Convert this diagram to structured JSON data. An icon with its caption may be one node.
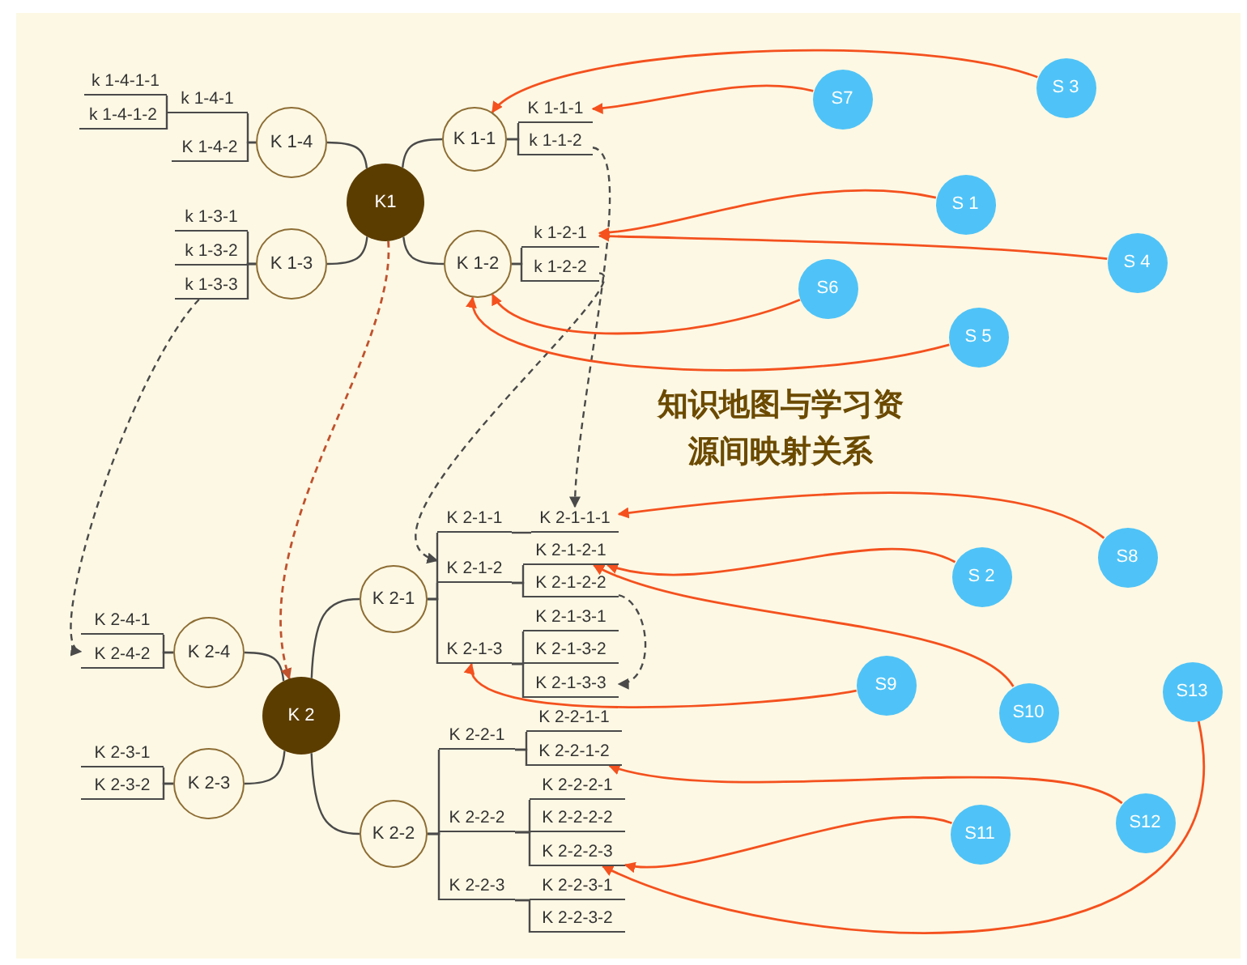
{
  "diagram": {
    "title": "知识地图与学习资源间映射关系",
    "nodes": [
      {
        "text": [
          "K1"
        ]
      },
      {
        "text": [
          "K 1-4"
        ]
      },
      {
        "text": [
          "k 1-4-1"
        ]
      },
      {
        "text": [
          "k 1-4-1-1"
        ]
      },
      {
        "text": [
          "k 1-4-1-2"
        ]
      },
      {
        "text": [
          "K 1-4-2"
        ]
      },
      {
        "text": [
          "K 1-3"
        ]
      },
      {
        "text": [
          "k 1-3-1"
        ]
      },
      {
        "text": [
          "k 1-3-2"
        ]
      },
      {
        "text": [
          "k 1-3-3"
        ]
      },
      {
        "text": [
          "K 1-1"
        ]
      },
      {
        "text": [
          "K 1-1-1"
        ]
      },
      {
        "text": [
          "k 1-1-2"
        ]
      },
      {
        "text": [
          "K 1-2"
        ]
      },
      {
        "text": [
          "k 1-2-1"
        ]
      },
      {
        "text": [
          "k 1-2-2"
        ]
      },
      {
        "text": [
          "K 2"
        ]
      },
      {
        "text": [
          "K 2-4"
        ]
      },
      {
        "text": [
          "K 2-4-1"
        ]
      },
      {
        "text": [
          "K 2-4-2"
        ]
      },
      {
        "text": [
          "K 2-3"
        ]
      },
      {
        "text": [
          "K 2-3-1"
        ]
      },
      {
        "text": [
          "K 2-3-2"
        ]
      },
      {
        "text": [
          "K 2-1"
        ]
      },
      {
        "text": [
          "K 2-1-1"
        ]
      },
      {
        "text": [
          "K 2-1-1-1"
        ]
      },
      {
        "text": [
          "K 2-1-2"
        ]
      },
      {
        "text": [
          "K 2-1-2-1"
        ]
      },
      {
        "text": [
          "K 2-1-2-2"
        ]
      },
      {
        "text": [
          "K 2-1-3"
        ]
      },
      {
        "text": [
          "K 2-1-3-1"
        ]
      },
      {
        "text": [
          "K 2-1-3-2"
        ]
      },
      {
        "text": [
          "K 2-1-3-3"
        ]
      },
      {
        "text": [
          "K 2-2"
        ]
      },
      {
        "text": [
          "K 2-2-1"
        ]
      },
      {
        "text": [
          "K 2-2-1-1"
        ]
      },
      {
        "text": [
          "K 2-2-1-2"
        ]
      },
      {
        "text": [
          "K 2-2-2"
        ]
      },
      {
        "text": [
          "K 2-2-2-1"
        ]
      },
      {
        "text": [
          "K 2-2-2-2"
        ]
      },
      {
        "text": [
          "K 2-2-2-3"
        ]
      },
      {
        "text": [
          "K 2-2-3"
        ]
      },
      {
        "text": [
          "K 2-2-3-1"
        ]
      },
      {
        "text": [
          "K 2-2-3-2"
        ]
      },
      {
        "text": [
          "S 1"
        ]
      },
      {
        "text": [
          "S 2"
        ]
      },
      {
        "text": [
          "S 3"
        ]
      },
      {
        "text": [
          "S 4"
        ]
      },
      {
        "text": [
          "S 5"
        ]
      },
      {
        "text": [
          "S6"
        ]
      },
      {
        "text": [
          "S7"
        ]
      },
      {
        "text": [
          "S8"
        ]
      },
      {
        "text": [
          "S9"
        ]
      },
      {
        "text": [
          "S10"
        ]
      },
      {
        "text": [
          "S11"
        ]
      },
      {
        "text": [
          "S12"
        ]
      },
      {
        "text": [
          "S13"
        ]
      }
    ],
    "edges": [
      {
        "from": 0,
        "to": 1,
        "arrow": "none"
      },
      {
        "from": 1,
        "to": 2,
        "arrow": "none"
      },
      {
        "from": 2,
        "to": 3,
        "arrow": "none"
      },
      {
        "from": 2,
        "to": 4,
        "arrow": "none"
      },
      {
        "from": 1,
        "to": 5,
        "arrow": "none"
      },
      {
        "from": 0,
        "to": 6,
        "arrow": "none"
      },
      {
        "from": 6,
        "to": 7,
        "arrow": "none"
      },
      {
        "from": 6,
        "to": 8,
        "arrow": "none"
      },
      {
        "from": 6,
        "to": 9,
        "arrow": "none"
      },
      {
        "from": 0,
        "to": 10,
        "arrow": "none"
      },
      {
        "from": 10,
        "to": 11,
        "arrow": "none"
      },
      {
        "from": 10,
        "to": 12,
        "arrow": "none"
      },
      {
        "from": 0,
        "to": 13,
        "arrow": "none"
      },
      {
        "from": 13,
        "to": 14,
        "arrow": "none"
      },
      {
        "from": 13,
        "to": 15,
        "arrow": "none"
      },
      {
        "from": 16,
        "to": 17,
        "arrow": "none"
      },
      {
        "from": 17,
        "to": 18,
        "arrow": "none"
      },
      {
        "from": 17,
        "to": 19,
        "arrow": "none"
      },
      {
        "from": 16,
        "to": 20,
        "arrow": "none"
      },
      {
        "from": 20,
        "to": 21,
        "arrow": "none"
      },
      {
        "from": 20,
        "to": 22,
        "arrow": "none"
      },
      {
        "from": 16,
        "to": 23,
        "arrow": "none"
      },
      {
        "from": 23,
        "to": 24,
        "arrow": "none"
      },
      {
        "from": 24,
        "to": 25,
        "arrow": "none"
      },
      {
        "from": 23,
        "to": 26,
        "arrow": "none"
      },
      {
        "from": 26,
        "to": 27,
        "arrow": "none"
      },
      {
        "from": 26,
        "to": 28,
        "arrow": "none"
      },
      {
        "from": 23,
        "to": 29,
        "arrow": "none"
      },
      {
        "from": 29,
        "to": 30,
        "arrow": "none"
      },
      {
        "from": 29,
        "to": 31,
        "arrow": "none"
      },
      {
        "from": 29,
        "to": 32,
        "arrow": "none"
      },
      {
        "from": 16,
        "to": 33,
        "arrow": "none"
      },
      {
        "from": 33,
        "to": 34,
        "arrow": "none"
      },
      {
        "from": 34,
        "to": 35,
        "arrow": "none"
      },
      {
        "from": 34,
        "to": 36,
        "arrow": "none"
      },
      {
        "from": 33,
        "to": 37,
        "arrow": "none"
      },
      {
        "from": 37,
        "to": 38,
        "arrow": "none"
      },
      {
        "from": 37,
        "to": 39,
        "arrow": "none"
      },
      {
        "from": 37,
        "to": 40,
        "arrow": "none"
      },
      {
        "from": 33,
        "to": 41,
        "arrow": "none"
      },
      {
        "from": 41,
        "to": 42,
        "arrow": "none"
      },
      {
        "from": 41,
        "to": 43,
        "arrow": "none"
      },
      {
        "from": 12,
        "to": 25,
        "arrow": "to",
        "style": "dashed"
      },
      {
        "from": 15,
        "to": 26,
        "arrow": "to",
        "style": "dashed"
      },
      {
        "from": 9,
        "to": 19,
        "arrow": "to",
        "style": "dashed"
      },
      {
        "from": 0,
        "to": 16,
        "arrow": "to",
        "style": "dashed",
        "color": "#c0522e"
      },
      {
        "from": 28,
        "to": 32,
        "arrow": "to",
        "style": "dashed"
      },
      {
        "from": 46,
        "to": 10,
        "arrow": "to",
        "color": "#f4511e"
      },
      {
        "from": 50,
        "to": 11,
        "arrow": "to",
        "color": "#f4511e"
      },
      {
        "from": 44,
        "to": 14,
        "arrow": "to",
        "color": "#f4511e"
      },
      {
        "from": 47,
        "to": 14,
        "arrow": "to",
        "color": "#f4511e"
      },
      {
        "from": 49,
        "to": 13,
        "arrow": "to",
        "color": "#f4511e"
      },
      {
        "from": 48,
        "to": 13,
        "arrow": "to",
        "color": "#f4511e"
      },
      {
        "from": 51,
        "to": 25,
        "arrow": "to",
        "color": "#f4511e"
      },
      {
        "from": 45,
        "to": 27,
        "arrow": "to",
        "color": "#f4511e"
      },
      {
        "from": 53,
        "to": 27,
        "arrow": "to",
        "color": "#f4511e"
      },
      {
        "from": 52,
        "to": 29,
        "arrow": "to",
        "color": "#f4511e"
      },
      {
        "from": 55,
        "to": 36,
        "arrow": "to",
        "color": "#f4511e"
      },
      {
        "from": 54,
        "to": 40,
        "arrow": "to",
        "color": "#f4511e"
      },
      {
        "from": 56,
        "to": 40,
        "arrow": "to",
        "color": "#f4511e"
      }
    ]
  }
}
